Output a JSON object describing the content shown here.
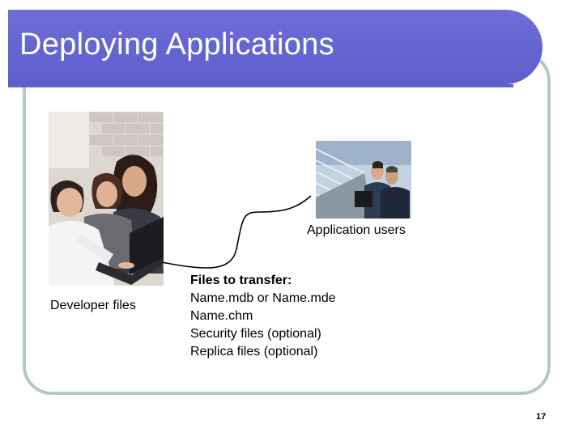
{
  "slide": {
    "title": "Deploying Applications",
    "page_number": "17"
  },
  "diagram": {
    "users_label": "Application users",
    "developer_label": "Developer files",
    "files": {
      "heading": "Files to transfer:",
      "items": [
        "Name.mdb or Name.mde",
        "Name.chm",
        "Security files (optional)",
        "Replica files (optional)"
      ]
    }
  },
  "colors": {
    "title_bar": "#6060cc",
    "frame": "#b4c9c3",
    "title_text": "#ffffff"
  }
}
